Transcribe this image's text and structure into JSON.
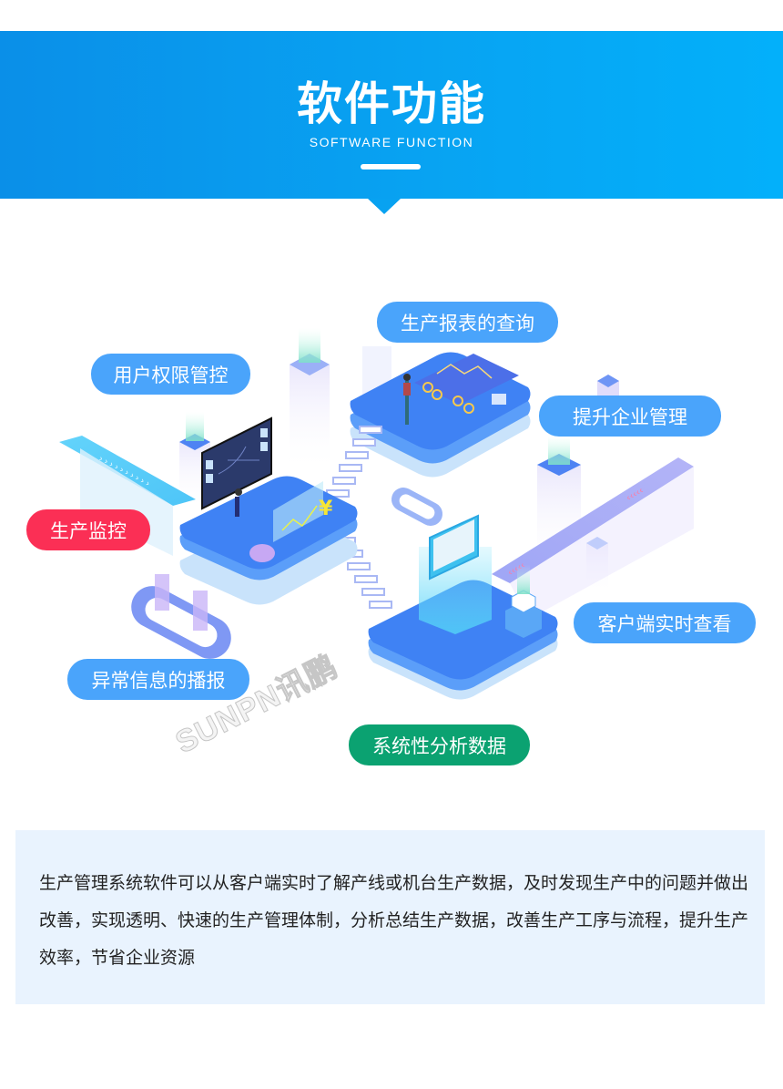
{
  "header": {
    "title": "软件功能",
    "subtitle": "SOFTWARE FUNCTION",
    "colors": {
      "gradient_start": "#0a8fe8",
      "gradient_end": "#03b0fa"
    }
  },
  "features": [
    {
      "label": "生产报表的查询",
      "color": "#4aa4fb"
    },
    {
      "label": "用户权限管控",
      "color": "#4aa4fb"
    },
    {
      "label": "提升企业管理",
      "color": "#4aa4fb"
    },
    {
      "label": "生产监控",
      "color": "#fb2f55"
    },
    {
      "label": "客户端实时查看",
      "color": "#4aa4fb"
    },
    {
      "label": "异常信息的播报",
      "color": "#4aa4fb"
    },
    {
      "label": "系统性分析数据",
      "color": "#0ba271"
    }
  ],
  "watermark": "SUNPN讯鹏",
  "description": {
    "text": "生产管理系统软件可以从客户端实时了解产线或机台生产数据，及时发现生产中的问题并做出改善，实现透明、快速的生产管理体制，分析总结生产数据，改善生产工序与流程，提升生产效率，节省企业资源",
    "background": "#e9f3fe"
  }
}
